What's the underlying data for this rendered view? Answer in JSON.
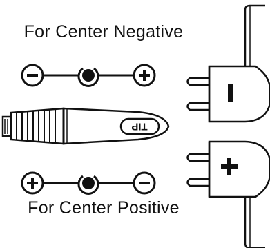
{
  "diagram": {
    "top_caption": "For Center Negative",
    "bottom_caption": "For Center Positive",
    "connector_label": "TIP",
    "top_polarity": {
      "left": "−",
      "right": "+"
    },
    "bottom_polarity": {
      "left": "+",
      "right": "−"
    },
    "top_plug_sign": "−",
    "bottom_plug_sign": "+",
    "colors": {
      "ink": "#111111",
      "background": "#ffffff"
    }
  }
}
